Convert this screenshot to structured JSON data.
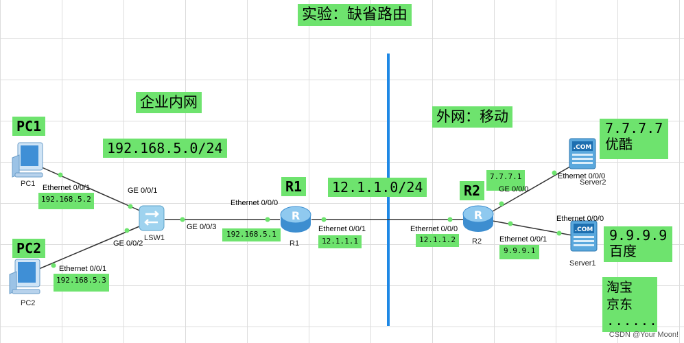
{
  "title": "实验：缺省路由",
  "zones": {
    "internal": "企业内网",
    "internal_subnet": "192.168.5.0/24",
    "external": "外网：移动",
    "wan_subnet": "12.1.1.0/24"
  },
  "devices": {
    "pc1": {
      "tag": "PC1",
      "name": "PC1",
      "port": "Ethernet 0/0/1",
      "ip": "192.168.5.2"
    },
    "pc2": {
      "tag": "PC2",
      "name": "PC2",
      "port": "Ethernet 0/0/1",
      "ip": "192.168.5.3"
    },
    "lsw1": {
      "name": "LSW1",
      "port_pc1": "GE 0/0/1",
      "port_pc2": "GE 0/0/2",
      "port_r1": "GE 0/0/3"
    },
    "r1": {
      "tag": "R1",
      "name": "R1",
      "port_lan": "Ethernet 0/0/0",
      "ip_lan": "192.168.5.1",
      "port_wan": "Ethernet 0/0/1",
      "ip_wan": "12.1.1.1"
    },
    "r2": {
      "tag": "R2",
      "name": "R2",
      "port_wan": "Ethernet 0/0/0",
      "ip_wan": "12.1.1.2",
      "port_s2": "GE 0/0/0",
      "ip_s2": "7.7.7.1",
      "port_s1": "Ethernet 0/0/1",
      "ip_s1": "9.9.9.1"
    },
    "server2": {
      "name": "Server2",
      "port": "Ethernet 0/0/0",
      "ip": "7.7.7.7",
      "desc": "优酷"
    },
    "server1": {
      "name": "Server1",
      "port": "Ethernet 0/0/0",
      "ip": "9.9.9.9",
      "desc": "百度"
    }
  },
  "others": {
    "line1": "淘宝",
    "line2": "京东",
    "line3": "......"
  },
  "watermark": "CSDN @Your Moon!",
  "colors": {
    "label_bg": "#6ee36e",
    "divider": "#1e88e5",
    "link": "#333333",
    "port_dot": "#6ee36e"
  }
}
